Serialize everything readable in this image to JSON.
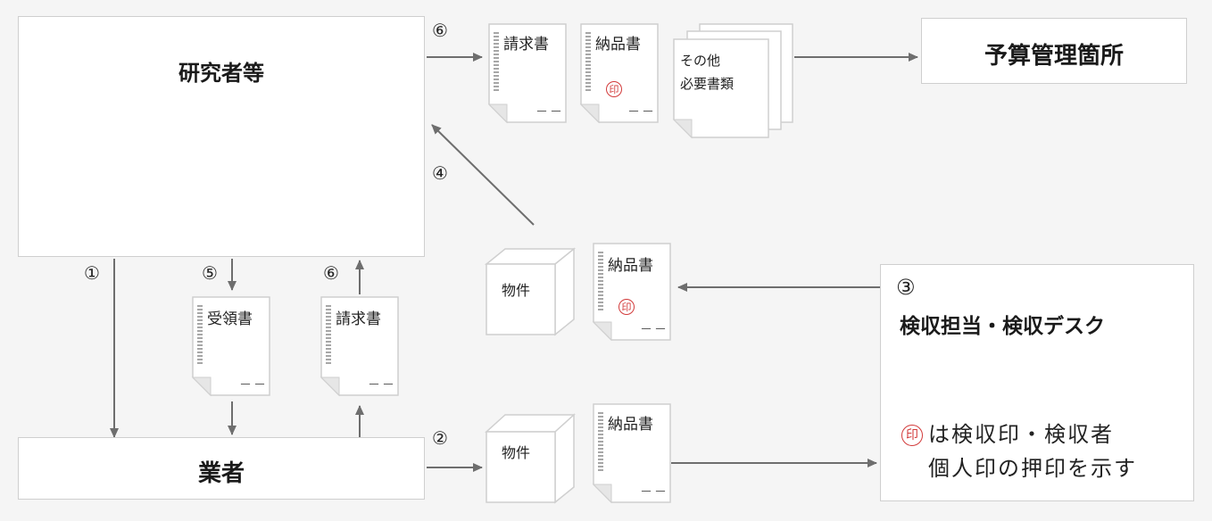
{
  "researcher": {
    "title": "研究者等"
  },
  "vendor": {
    "title": "業者"
  },
  "budget": {
    "title": "予算管理箇所"
  },
  "inspection": {
    "title": "検収担当・検収デスク",
    "number": "③"
  },
  "legend": {
    "seal_glyph": "印",
    "line1": "は検収印・検収者",
    "line2": "個人印の押印を示す"
  },
  "steps": {
    "s1": "①",
    "s2": "②",
    "s4": "④",
    "s5": "⑤",
    "s6a": "⑥",
    "s6b": "⑥"
  },
  "docs": {
    "top_invoice": "請求書",
    "top_delivery": "納品書",
    "top_other_line1": "その他",
    "top_other_line2": "必要書類",
    "receipt": "受領書",
    "mid_invoice": "請求書",
    "mid_delivery": "納品書",
    "bottom_delivery": "納品書",
    "dash": "－－"
  },
  "goods": {
    "mid": "物件",
    "bottom": "物件"
  },
  "colors": {
    "seal": "#d23a3a",
    "arrow": "#6e6e6e",
    "border": "#cfcfcf"
  }
}
